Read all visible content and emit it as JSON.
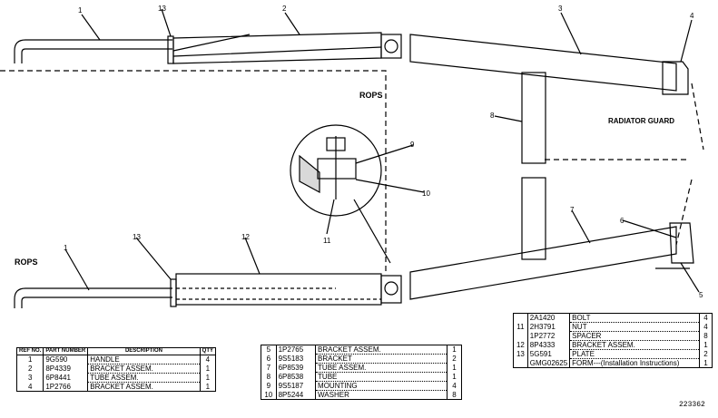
{
  "labels": {
    "rops_top": "ROPS",
    "rops_bottom": "ROPS",
    "radiator_guard": "RADIATOR GUARD",
    "callouts": [
      "1",
      "13",
      "2",
      "3",
      "4",
      "8",
      "9",
      "10",
      "11",
      "6",
      "7",
      "5",
      "1",
      "13",
      "12"
    ]
  },
  "table1": {
    "headers": {
      "ref": "REF NO.",
      "part": "PART NUMBER",
      "desc": "DESCRIPTION",
      "qty": "QTY"
    },
    "rows": [
      {
        "ref": "1",
        "part": "9G590",
        "desc": "HANDLE",
        "qty": "4"
      },
      {
        "ref": "2",
        "part": "8P4339",
        "desc": "BRACKET ASSEM.",
        "qty": "1"
      },
      {
        "ref": "3",
        "part": "6P8441",
        "desc": "TUBE ASSEM.",
        "qty": "1"
      },
      {
        "ref": "4",
        "part": "1P2766",
        "desc": "BRACKET ASSEM.",
        "qty": "1"
      }
    ]
  },
  "table2": {
    "rows": [
      {
        "ref": "5",
        "part": "1P2765",
        "desc": "BRACKET ASSEM.",
        "qty": "1"
      },
      {
        "ref": "6",
        "part": "9S5183",
        "desc": "BRACKET",
        "qty": "2"
      },
      {
        "ref": "7",
        "part": "6P8539",
        "desc": "TUBE ASSEM.",
        "qty": "1"
      },
      {
        "ref": "8",
        "part": "6P8538",
        "desc": "TUBE",
        "qty": "1"
      },
      {
        "ref": "9",
        "part": "9S5187",
        "desc": "MOUNTING",
        "qty": "4"
      },
      {
        "ref": "10",
        "part": "8P5244",
        "desc": "WASHER",
        "qty": "8"
      }
    ]
  },
  "table3": {
    "rows": [
      {
        "ref": "",
        "part": "2A1420",
        "desc": "BOLT",
        "qty": "4"
      },
      {
        "ref": "11",
        "part": "2H3791",
        "desc": "NUT",
        "qty": "4"
      },
      {
        "ref": "",
        "part": "1P2772",
        "desc": "SPACER",
        "qty": "8"
      },
      {
        "ref": "12",
        "part": "8P4333",
        "desc": "BRACKET ASSEM.",
        "qty": "1"
      },
      {
        "ref": "13",
        "part": "5G591",
        "desc": "PLATE",
        "qty": "2"
      }
    ],
    "footer": {
      "part": "GMG02625",
      "desc": "FORM---(Installation Instructions)",
      "qty": "1"
    }
  },
  "drawing_number": "223362"
}
